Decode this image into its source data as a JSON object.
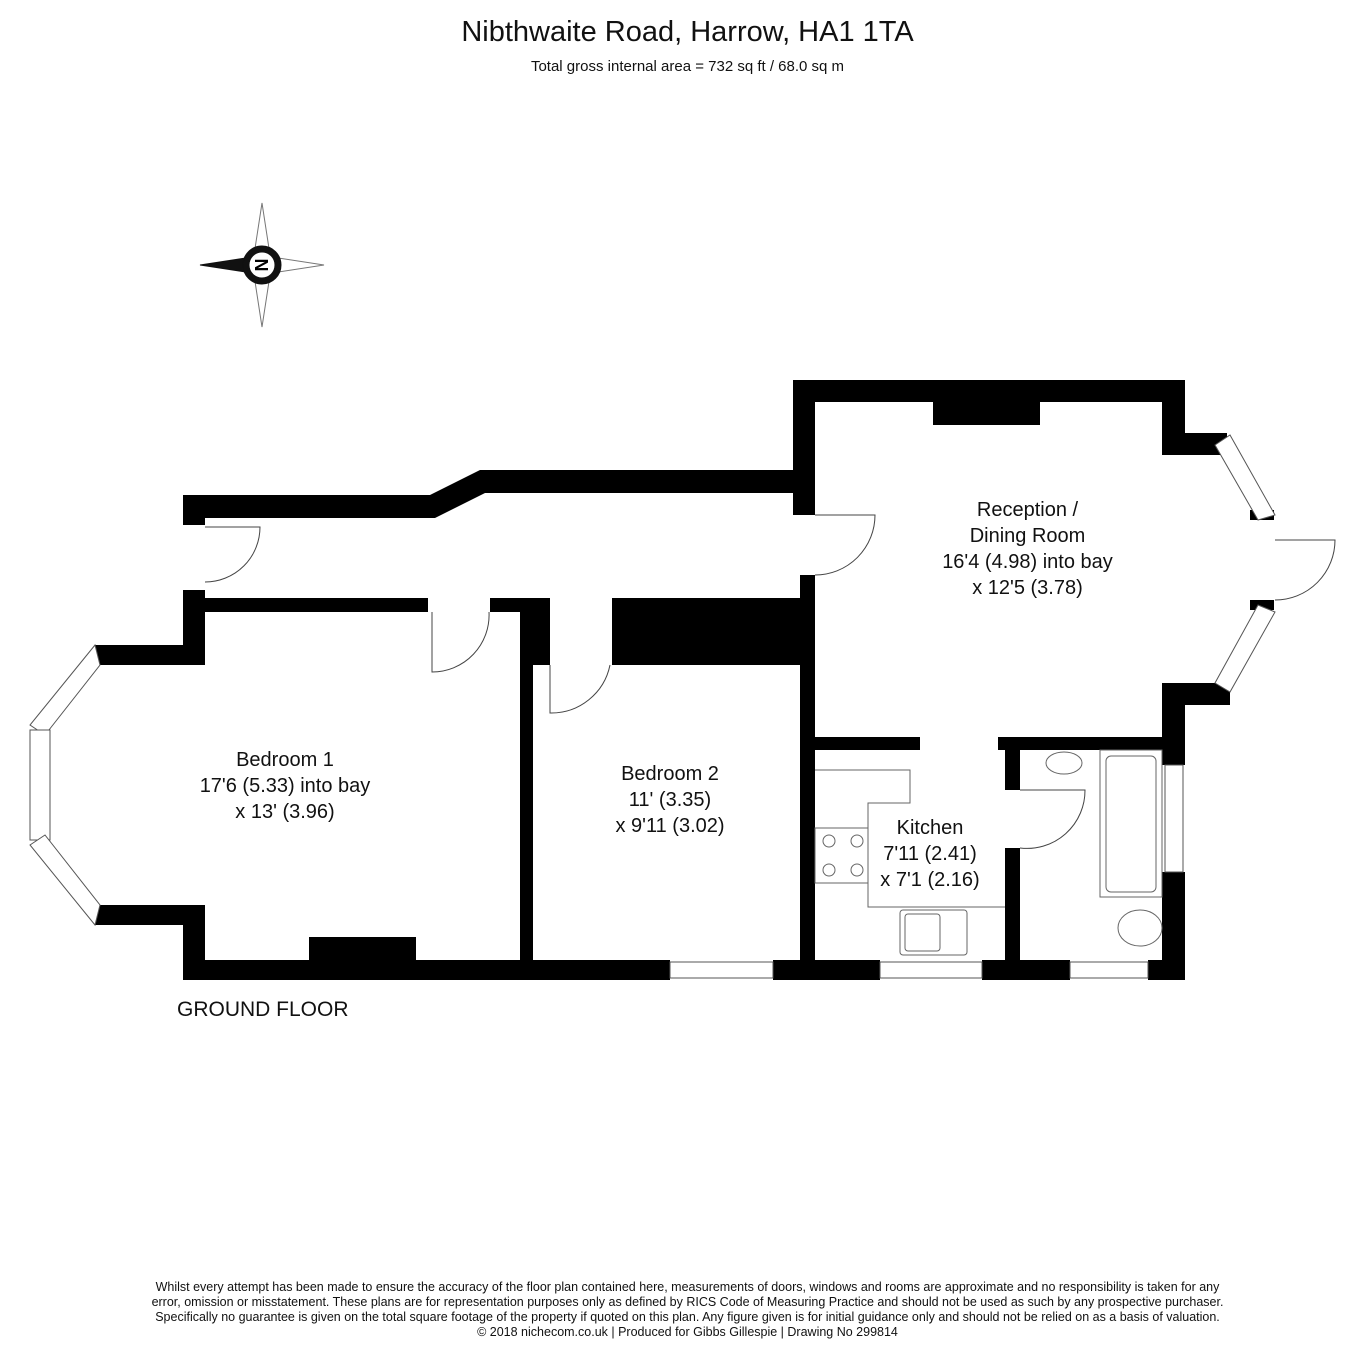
{
  "header": {
    "title": "Nibthwaite Road, Harrow, HA1 1TA",
    "area": "Total gross internal area =  732 sq ft / 68.0 sq m"
  },
  "compass": {
    "label": "N"
  },
  "rooms": [
    {
      "name": "Reception /",
      "line2": "Dining Room",
      "dim1": "16'4 (4.98) into bay",
      "dim2": "x 12'5 (3.78)"
    },
    {
      "name": "Bedroom 1",
      "dim1": "17'6 (5.33)  into bay",
      "dim2": "x 13' (3.96)"
    },
    {
      "name": "Bedroom 2",
      "dim1": "11' (3.35)",
      "dim2": "x 9'11 (3.02)"
    },
    {
      "name": "Kitchen",
      "dim1": "7'11 (2.41)",
      "dim2": "x 7'1 (2.16)"
    }
  ],
  "floor_label": "GROUND FLOOR",
  "disclaimer": [
    "Whilst every attempt has been made to ensure the accuracy of the floor plan contained here, measurements of doors, windows and rooms are approximate and no responsibility is taken for any",
    "error, omission or misstatement. These plans are for representation purposes only as defined by RICS Code of Measuring Practice and should not be used as such by any prospective purchaser.",
    "Specifically no guarantee is given on the total square footage of the property if quoted on this plan. Any figure given is for initial guidance only and should not be relied on as a basis of valuation.",
    "© 2018 nichecom.co.uk  |  Produced for Gibbs Gillespie  |  Drawing No 299814"
  ]
}
